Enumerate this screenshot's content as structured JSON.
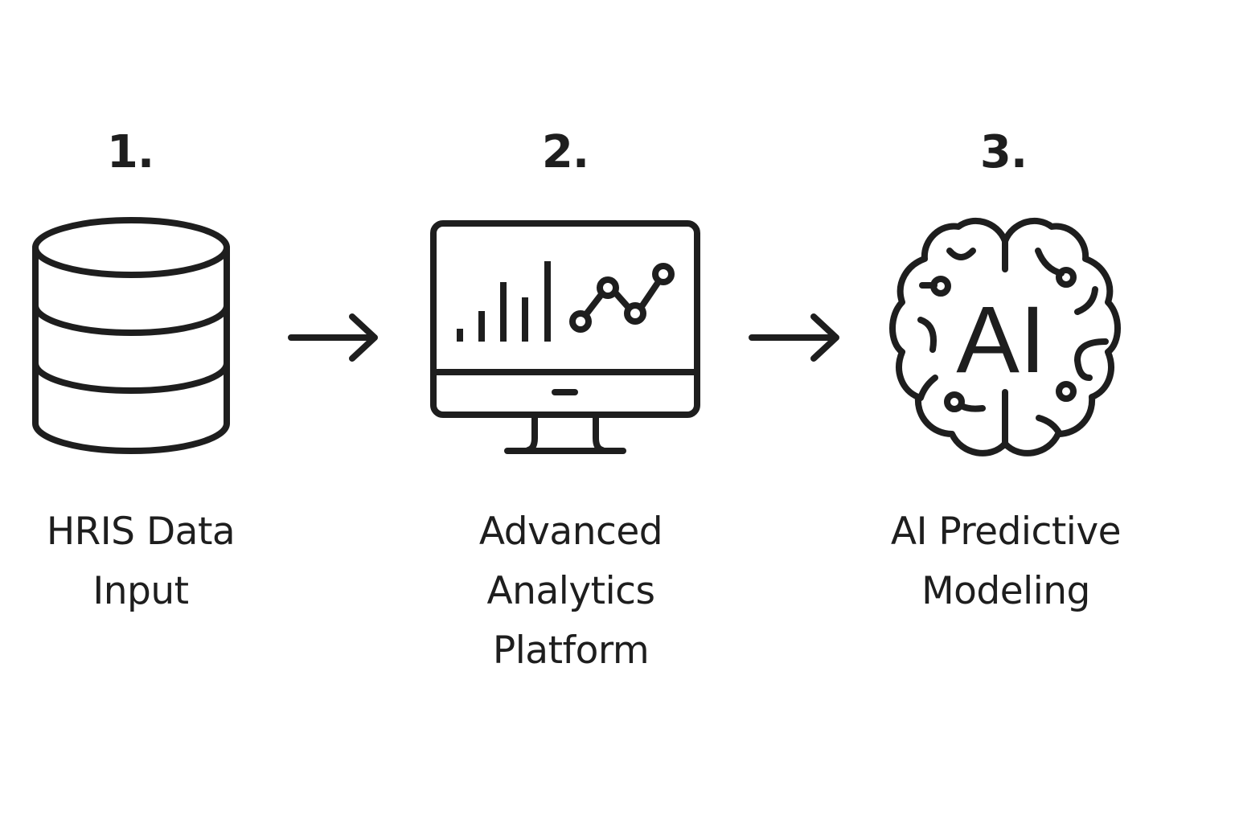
{
  "steps": [
    {
      "number": "1.",
      "icon": "database-icon",
      "label_lines": [
        "HRIS Data",
        "Input"
      ]
    },
    {
      "number": "2.",
      "icon": "analytics-monitor-icon",
      "label_lines": [
        "Advanced",
        "Analytics",
        "Platform"
      ]
    },
    {
      "number": "3.",
      "icon": "ai-brain-icon",
      "icon_text": "AI",
      "label_lines": [
        "AI Predictive",
        "Modeling"
      ]
    }
  ],
  "connectors": [
    {
      "from": "1.",
      "to": "2.",
      "icon": "arrow-right-icon"
    },
    {
      "from": "2.",
      "to": "3.",
      "icon": "arrow-right-icon"
    }
  ]
}
